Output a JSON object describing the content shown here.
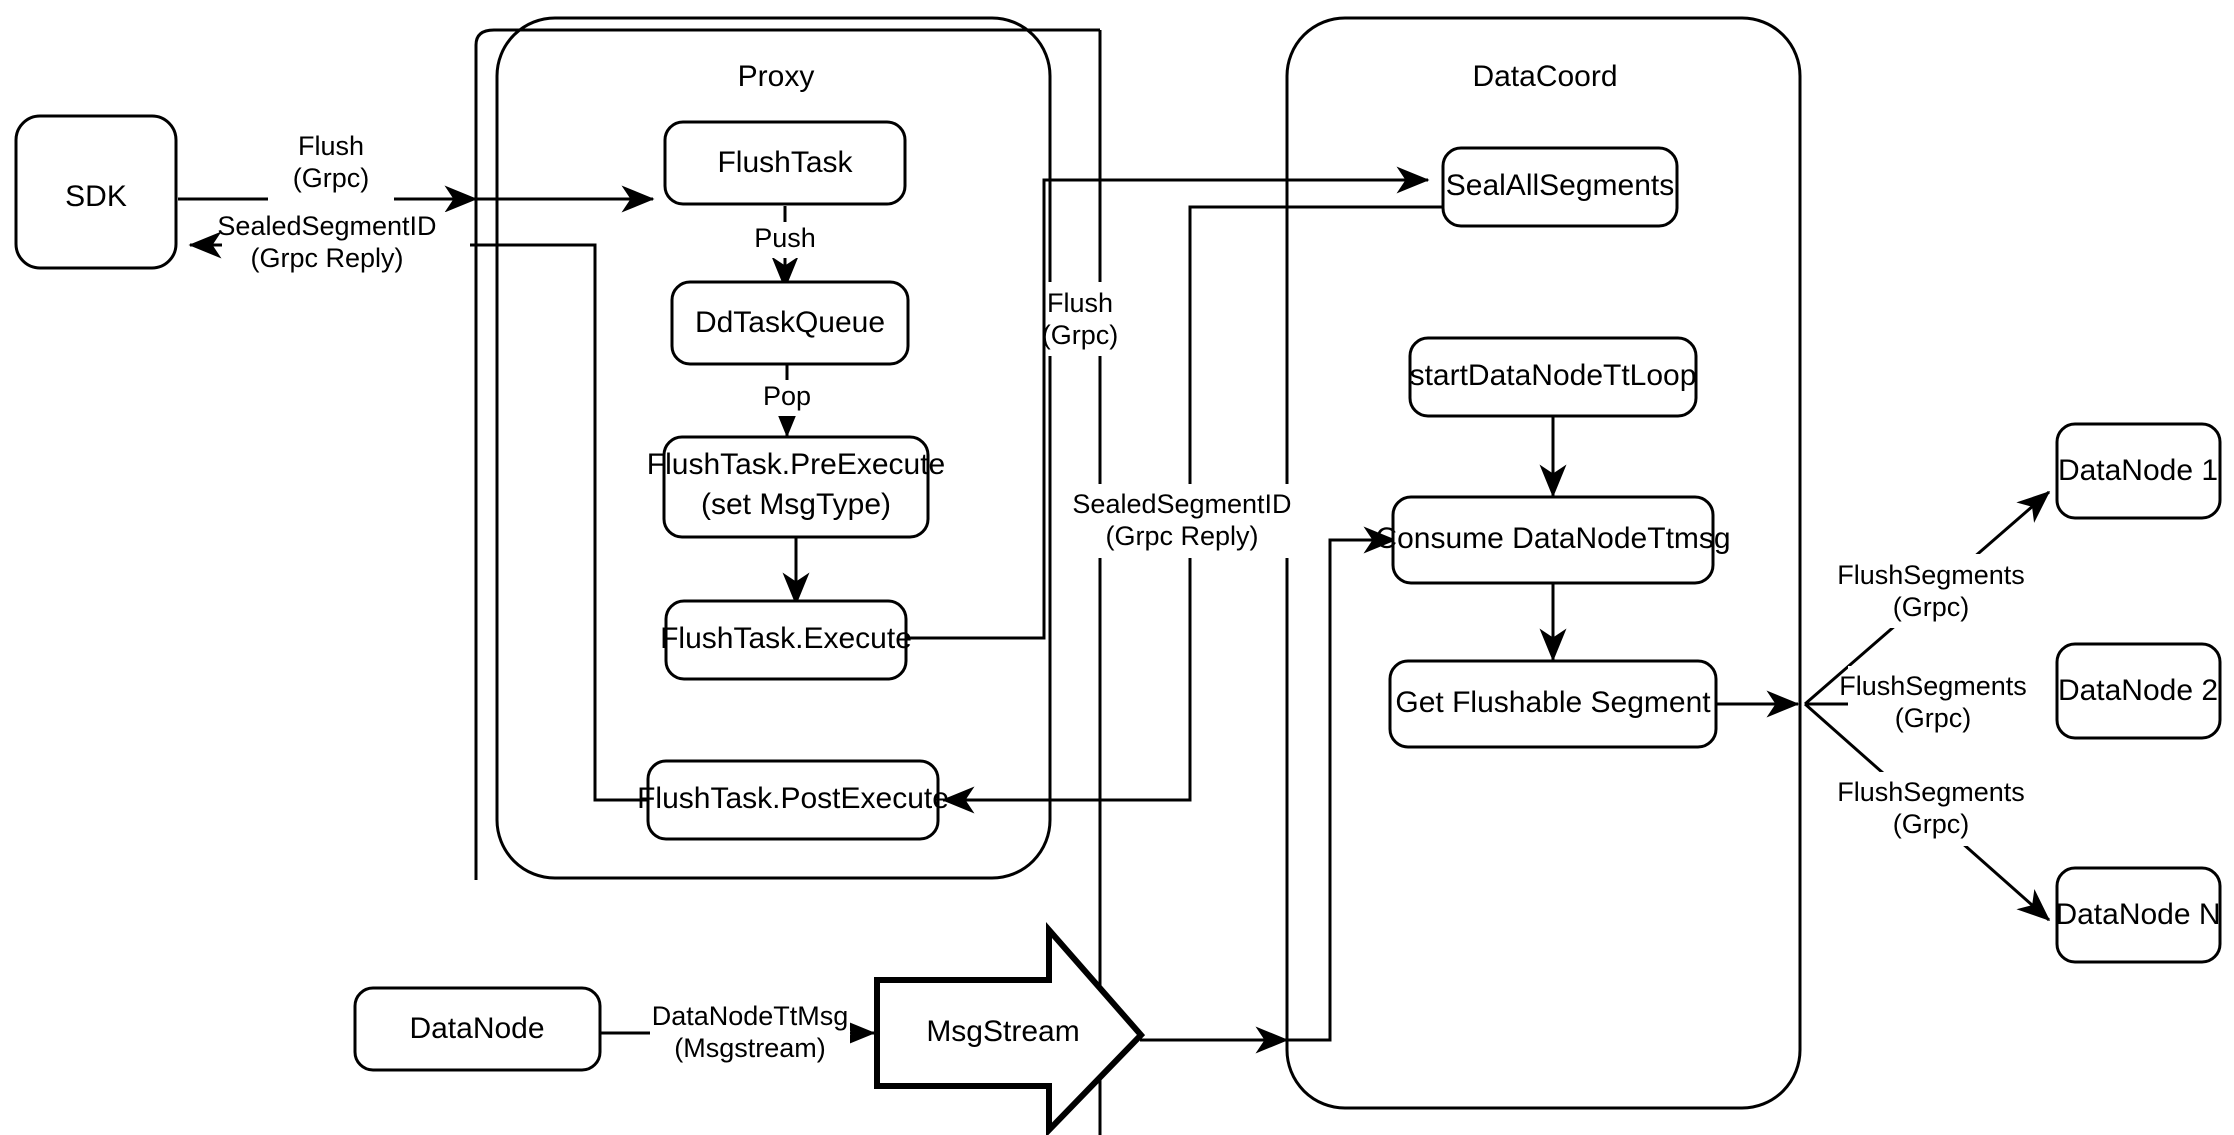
{
  "diagram": {
    "title": "Milvus Flush Flow",
    "background": "#ffffff",
    "stroke": "#000000"
  },
  "containers": [
    {
      "id": "proxy",
      "label": "Proxy"
    },
    {
      "id": "datacoord",
      "label": "DataCoord"
    }
  ],
  "nodes": {
    "sdk": {
      "label": "SDK"
    },
    "flush_task": {
      "label": "FlushTask"
    },
    "dd_task_queue": {
      "label": "DdTaskQueue"
    },
    "pre_execute_line1": {
      "label": "FlushTask.PreExecute"
    },
    "pre_execute_line2": {
      "label": "(set MsgType)"
    },
    "execute": {
      "label": "FlushTask.Execute"
    },
    "post_execute": {
      "label": "FlushTask.PostExecute"
    },
    "seal_all_segments": {
      "label": "SealAllSegments"
    },
    "start_tt_loop": {
      "label": "startDataNodeTtLoop"
    },
    "consume_tt_msg": {
      "label": "Consume DataNodeTtmsg"
    },
    "get_flushable": {
      "label": "Get Flushable Segment"
    },
    "datanode_source": {
      "label": "DataNode"
    },
    "msgstream": {
      "label": "MsgStream"
    },
    "datanode_1": {
      "label": "DataNode 1"
    },
    "datanode_2": {
      "label": "DataNode 2"
    },
    "datanode_n": {
      "label": "DataNode N"
    }
  },
  "edge_labels": {
    "sdk_to_proxy_l1": "Flush",
    "sdk_to_proxy_l2": "(Grpc)",
    "proxy_to_sdk_l1": "SealedSegmentID",
    "proxy_to_sdk_l2": "(Grpc Reply)",
    "push": "Push",
    "pop": "Pop",
    "proxy_to_coord_l1": "Flush",
    "proxy_to_coord_l2": "(Grpc)",
    "coord_to_proxy_l1": "SealedSegmentID",
    "coord_to_proxy_l2": "(Grpc Reply)",
    "datanode_tt_l1": "DataNodeTtMsg",
    "datanode_tt_l2": "(Msgstream)",
    "flush_seg_1_l1": "FlushSegments",
    "flush_seg_1_l2": "(Grpc)",
    "flush_seg_2_l1": "FlushSegments",
    "flush_seg_2_l2": "(Grpc)",
    "flush_seg_n_l1": "FlushSegments",
    "flush_seg_n_l2": "(Grpc)"
  }
}
